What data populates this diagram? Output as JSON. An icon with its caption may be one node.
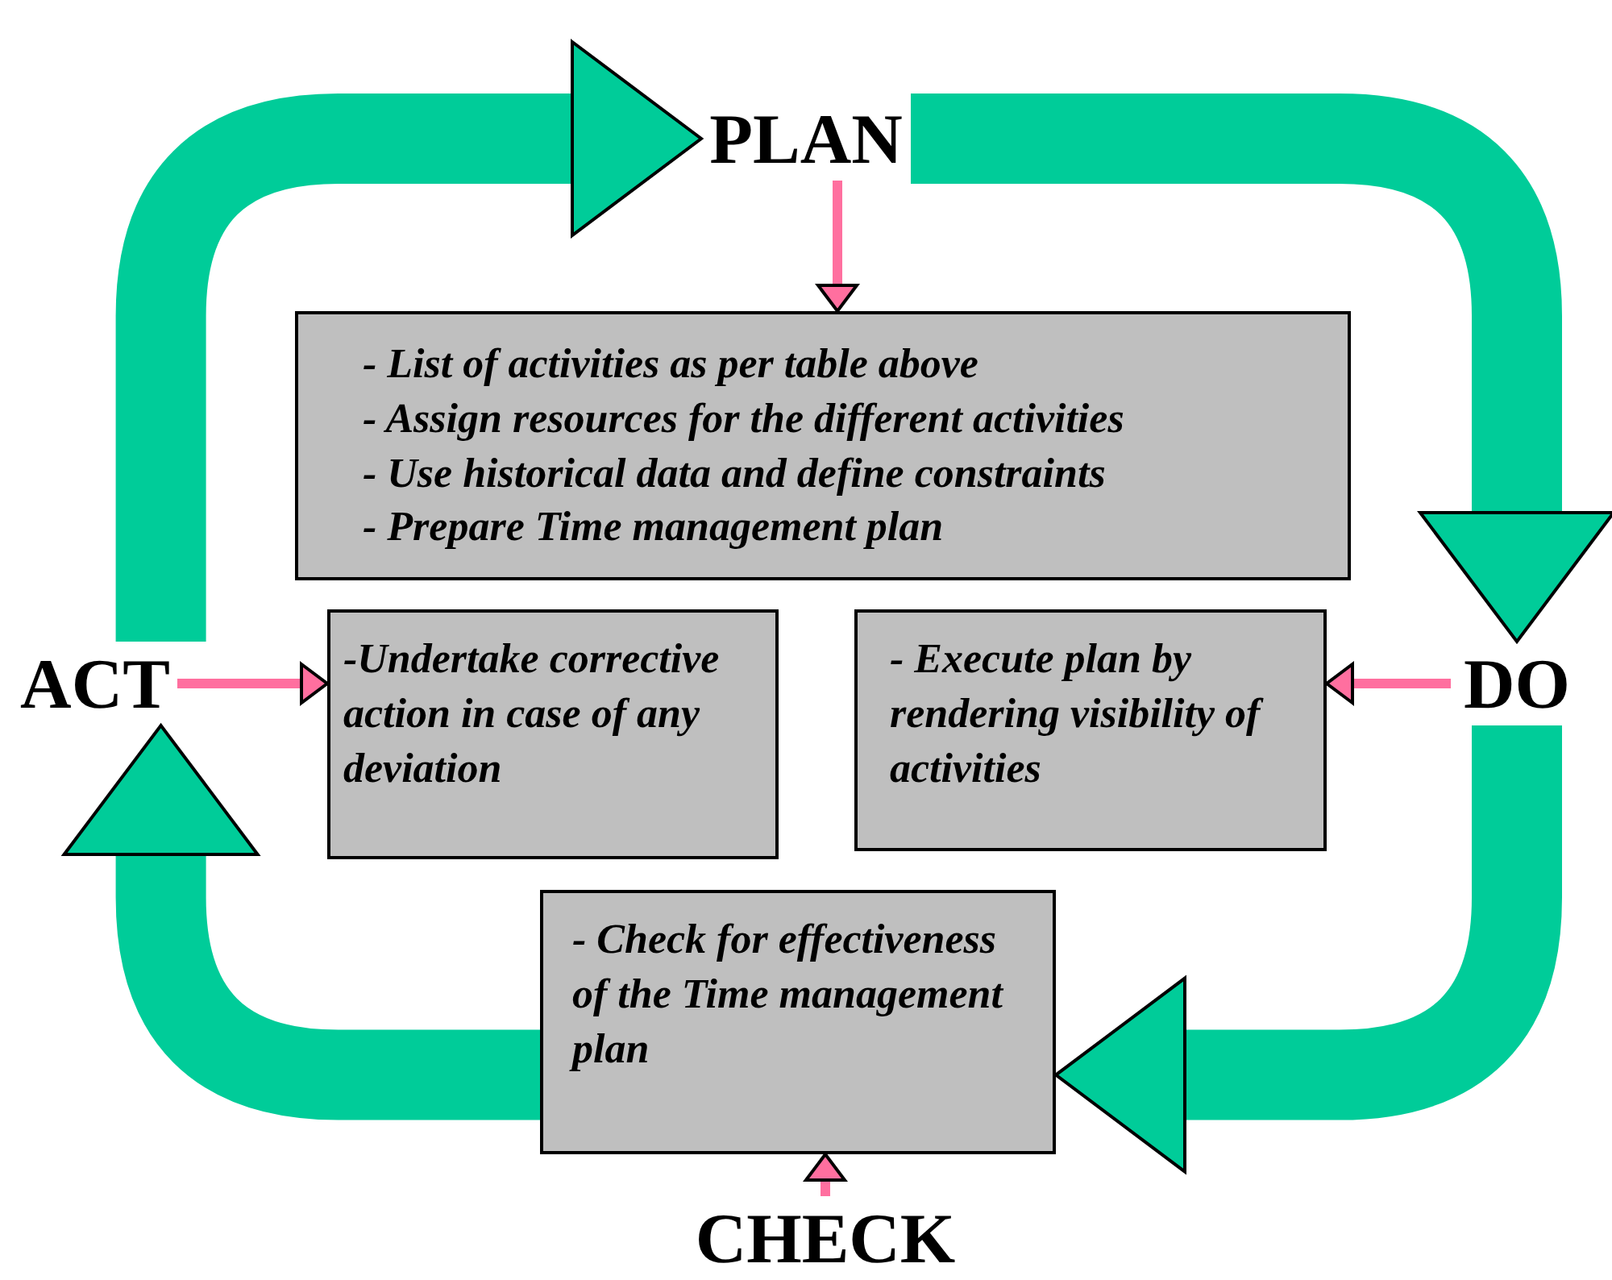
{
  "diagram": {
    "nodes": [
      {
        "text": [
          "PLAN"
        ]
      },
      {
        "text": [
          "- List of activities as per table above",
          "- Assign resources for the different activities",
          "- Use historical data and define constraints",
          "- Prepare Time management plan"
        ]
      },
      {
        "text": [
          "ACT"
        ]
      },
      {
        "text": [
          "-Undertake corrective action in case of any deviation"
        ]
      },
      {
        "text": [
          "- Execute plan by rendering visibility of activities"
        ]
      },
      {
        "text": [
          "DO"
        ]
      },
      {
        "text": [
          "- Check for effectiveness of the Time management plan"
        ]
      },
      {
        "text": [
          "CHECK"
        ]
      }
    ],
    "edges": [
      {
        "from": 0,
        "to": 5,
        "arrow": "to",
        "style": "thick",
        "color": "#00cc99"
      },
      {
        "from": 5,
        "to": 6,
        "arrow": "to",
        "style": "thick",
        "color": "#00cc99"
      },
      {
        "from": 6,
        "to": 2,
        "arrow": "to",
        "style": "thick",
        "color": "#00cc99"
      },
      {
        "from": 2,
        "to": 0,
        "arrow": "to",
        "style": "thick",
        "color": "#00cc99"
      },
      {
        "from": 0,
        "to": 1,
        "arrow": "to",
        "color": "#ff6f9f"
      },
      {
        "from": 2,
        "to": 3,
        "arrow": "to",
        "color": "#ff6f9f"
      },
      {
        "from": 5,
        "to": 4,
        "arrow": "to",
        "color": "#ff6f9f"
      },
      {
        "from": 7,
        "to": 6,
        "arrow": "to",
        "color": "#ff6f9f"
      }
    ]
  }
}
